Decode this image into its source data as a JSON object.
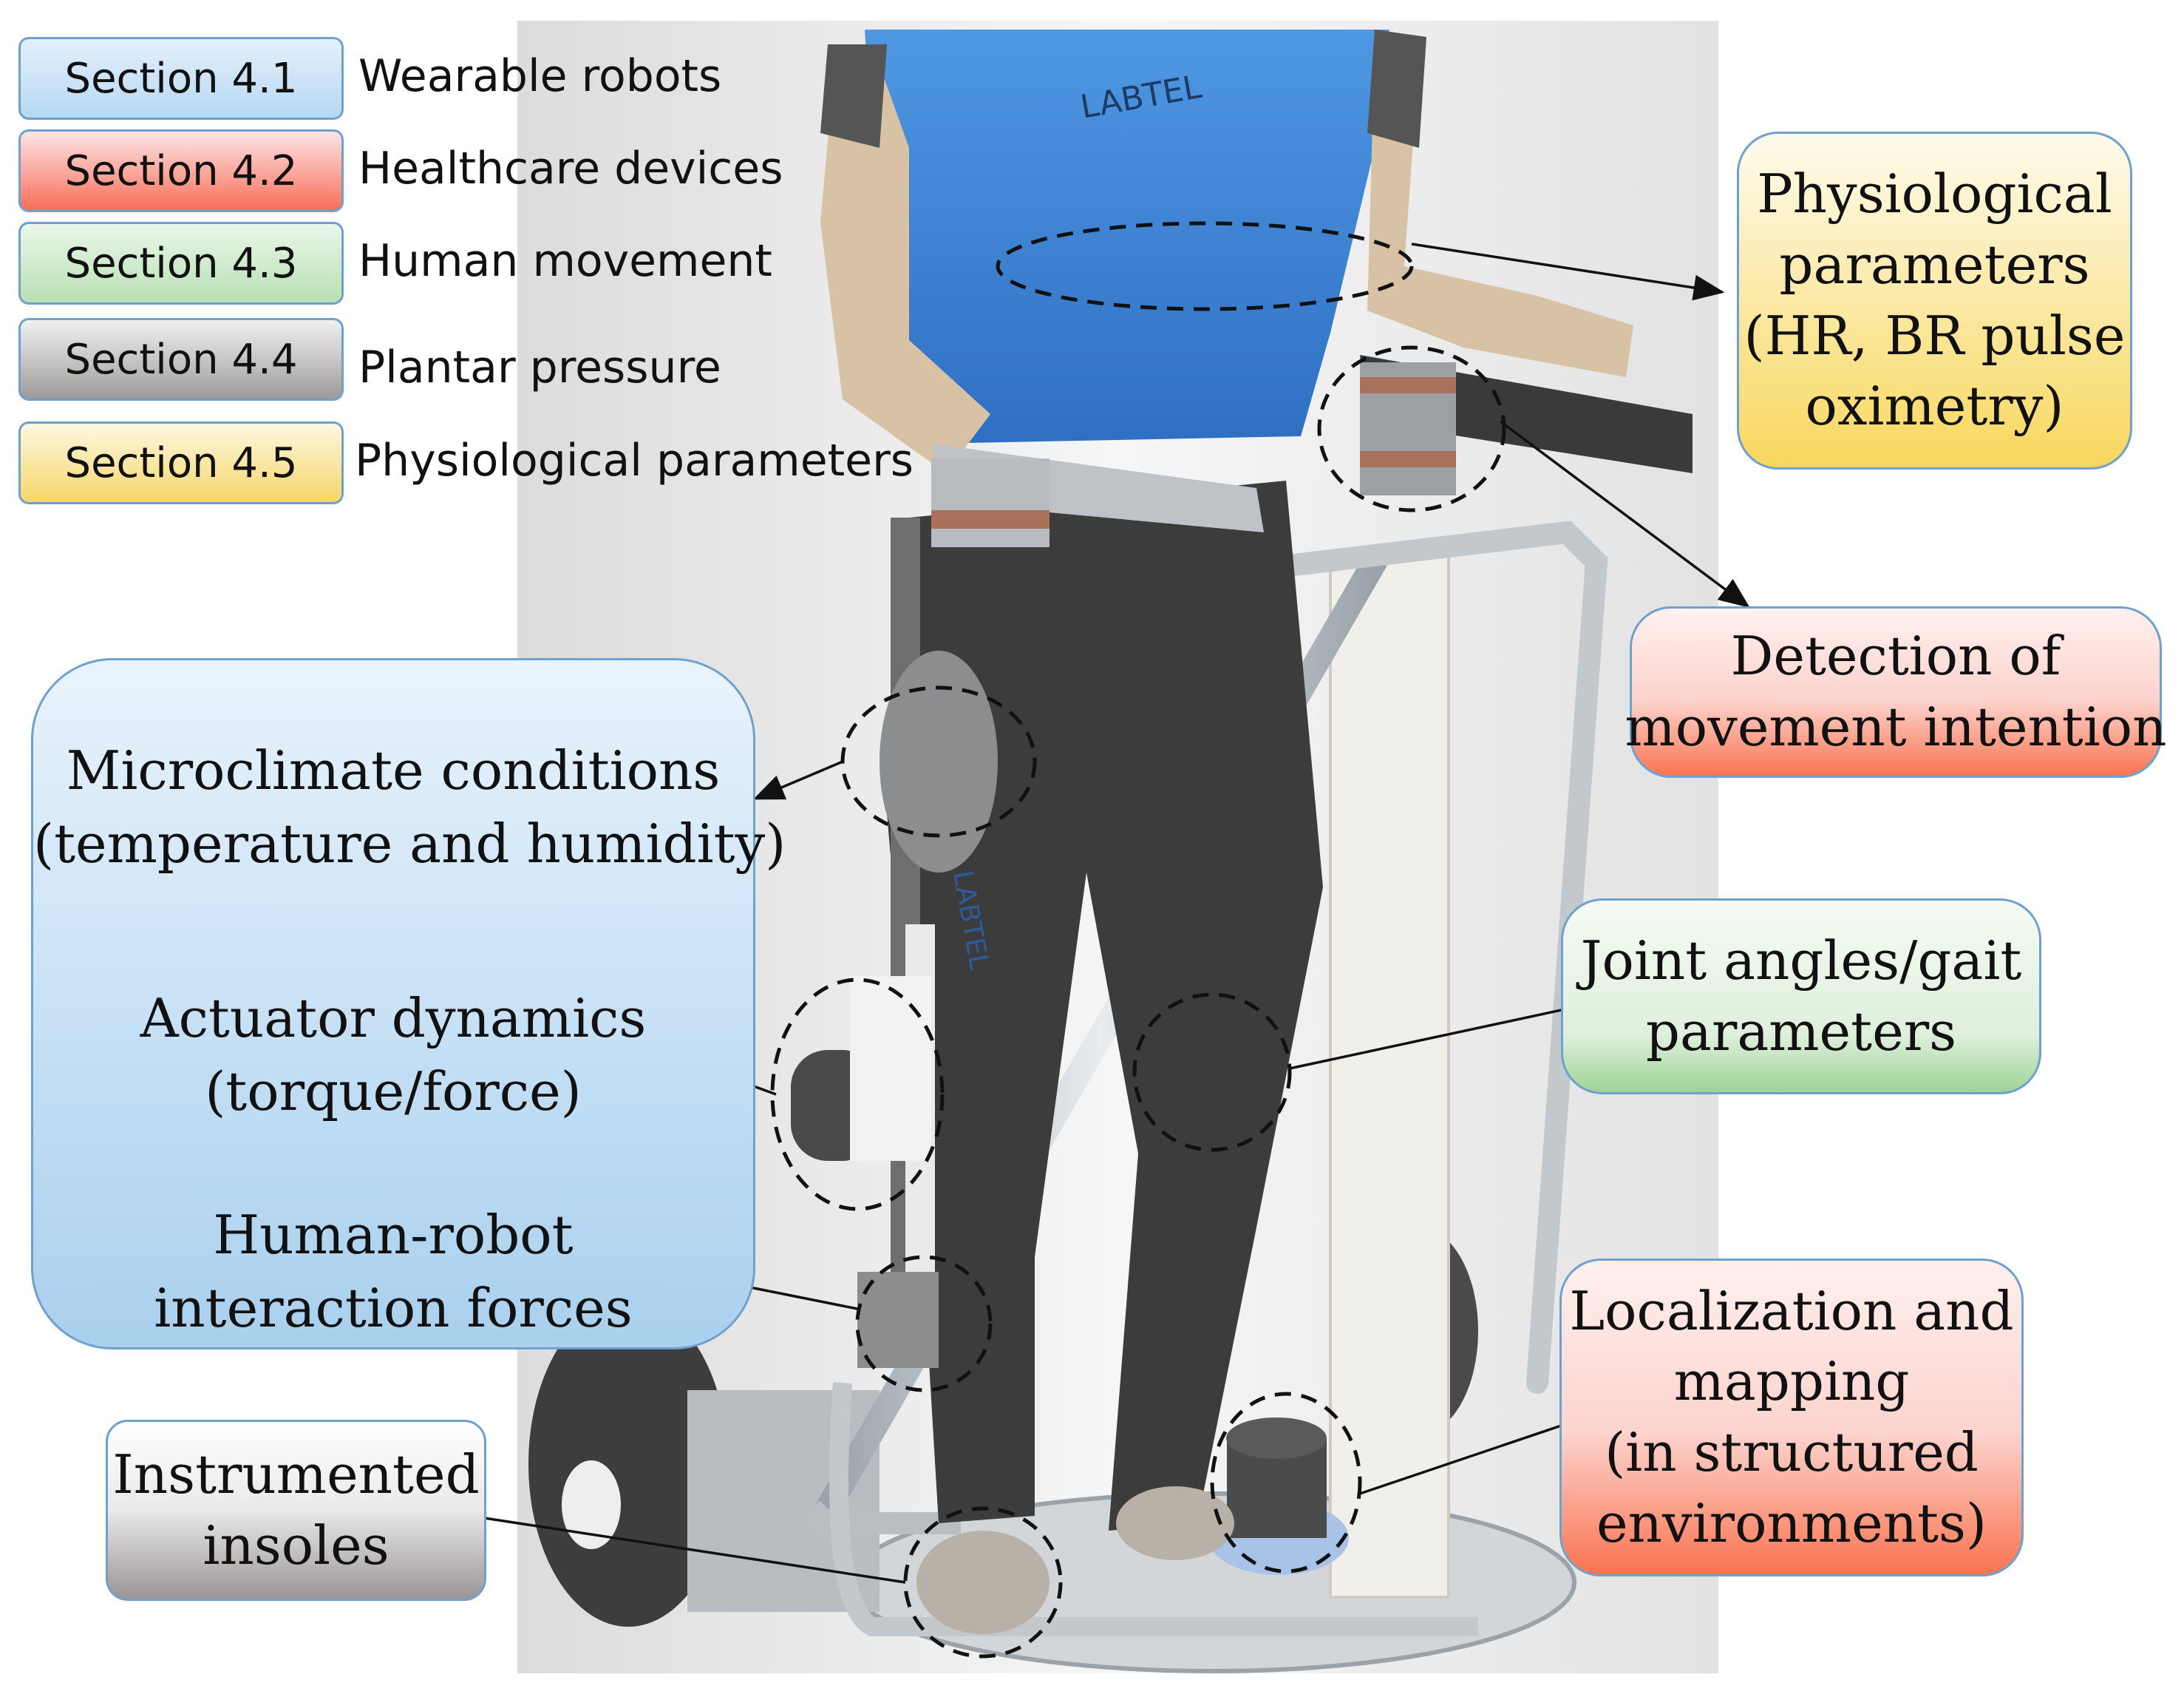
{
  "legend": [
    {
      "section": "Section 4.1",
      "label": "Wearable robots",
      "color": "#b6d8f2"
    },
    {
      "section": "Section 4.2",
      "label": "Healthcare devices",
      "color": "#f96e5a"
    },
    {
      "section": "Section 4.3",
      "label": "Human movement",
      "color": "#b8e0b3"
    },
    {
      "section": "Section 4.4",
      "label": "Plantar pressure",
      "color": "#9e9a9a"
    },
    {
      "section": "Section 4.5",
      "label": "Physiological parameters",
      "color": "#f6d66a"
    }
  ],
  "callouts": {
    "physiological": {
      "lines": [
        "Physiological",
        "parameters",
        "(HR, BR pulse",
        "oximetry)"
      ]
    },
    "movement_intention": {
      "lines": [
        "Detection of",
        "movement intention"
      ]
    },
    "joint_angles": {
      "lines": [
        "Joint angles/gait",
        "parameters"
      ]
    },
    "localization": {
      "lines": [
        "Localization and",
        "mapping",
        "(in structured",
        "environments)"
      ]
    },
    "insoles": {
      "lines": [
        "Instrumented",
        "insoles"
      ]
    },
    "wearable": {
      "microclimate": [
        "Microclimate conditions",
        "(temperature and humidity)"
      ],
      "actuator": [
        "Actuator dynamics",
        "(torque/force)"
      ],
      "interaction": [
        "Human-robot",
        "interaction forces"
      ]
    }
  },
  "logos": {
    "shirt": "LABTEL",
    "leg": "LABTEL"
  },
  "colors": {
    "shirt": "#3f86d6",
    "skin": "#d8c2a6",
    "suit": "#3c3c3c",
    "frame": "#c7ccd1"
  }
}
